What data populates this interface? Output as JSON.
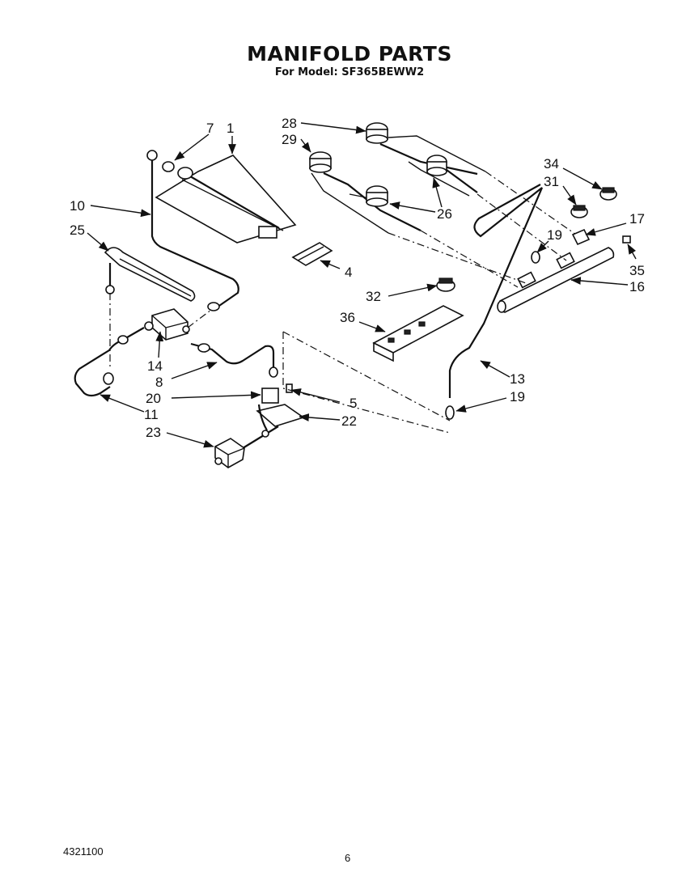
{
  "title": "MANIFOLD PARTS",
  "subtitle": "For Model: SF365BEWW2",
  "doc_number": "4321100",
  "page_number": "6",
  "callouts": [
    "7",
    "1",
    "10",
    "25",
    "14",
    "8",
    "20",
    "11",
    "23",
    "4",
    "5",
    "22",
    "28",
    "29",
    "26",
    "34",
    "31",
    "17",
    "19",
    "35",
    "16",
    "32",
    "36",
    "13",
    "19"
  ],
  "colors": {
    "ink": "#111111",
    "paper": "#ffffff"
  }
}
